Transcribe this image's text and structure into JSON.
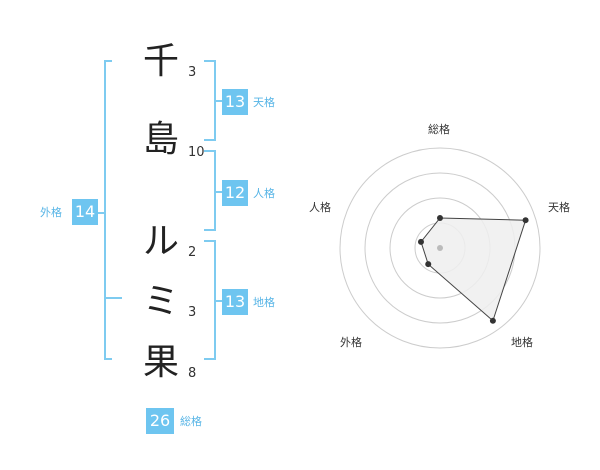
{
  "characters": [
    {
      "char": "千",
      "strokes": "3"
    },
    {
      "char": "島",
      "strokes": "10"
    },
    {
      "char": "ル",
      "strokes": "2"
    },
    {
      "char": "ミ",
      "strokes": "3"
    },
    {
      "char": "果",
      "strokes": "8"
    }
  ],
  "grids": {
    "tenkaku": {
      "label": "天格",
      "value": "13"
    },
    "jinkaku": {
      "label": "人格",
      "value": "12"
    },
    "chikaku": {
      "label": "地格",
      "value": "13"
    },
    "gaikaku": {
      "label": "外格",
      "value": "14"
    },
    "soukaku": {
      "label": "総格",
      "value": "26"
    }
  },
  "radar": {
    "axes": [
      "総格",
      "天格",
      "地格",
      "外格",
      "人格"
    ],
    "levels": 4,
    "values": [
      1.5,
      4.5,
      4.5,
      1,
      1
    ],
    "max": 5,
    "colors": {
      "grid": "#cccccc",
      "fill": "#eeeeee",
      "line": "#444444",
      "point": "#333333",
      "center": "#bbbbbb"
    }
  }
}
